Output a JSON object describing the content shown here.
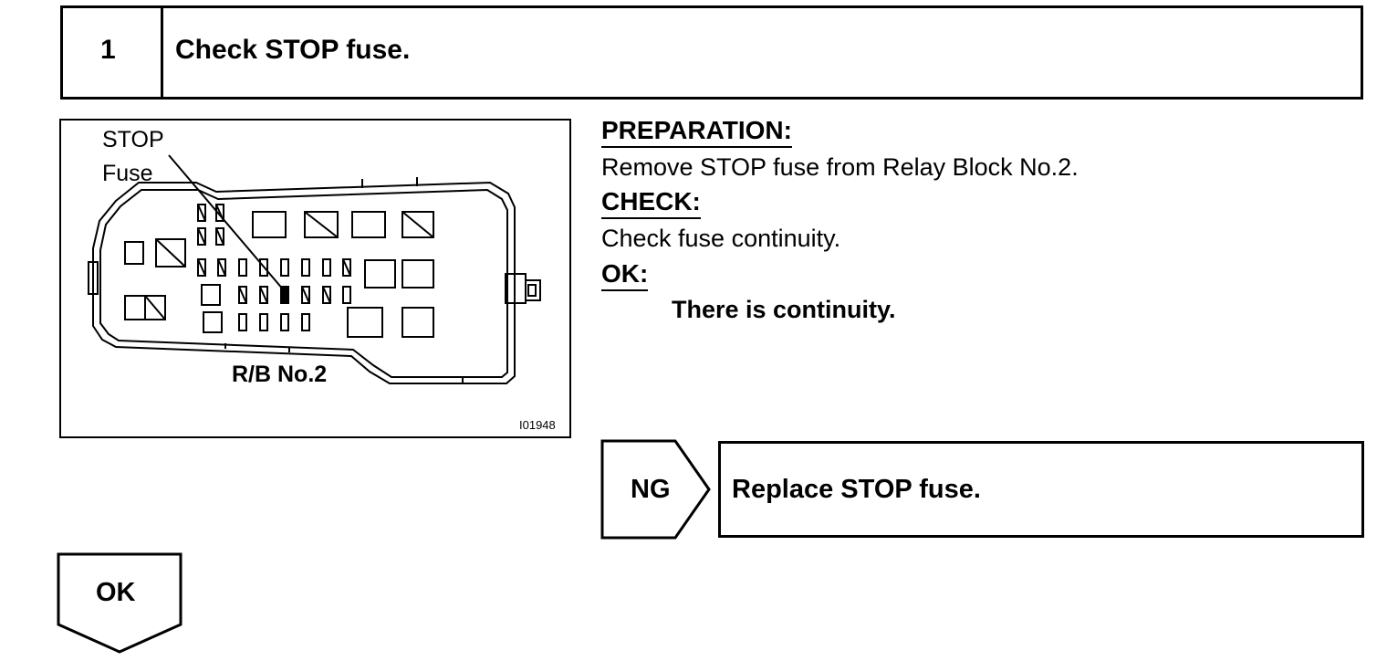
{
  "step": {
    "number": "1",
    "title": "Check STOP fuse."
  },
  "figure": {
    "callout_line1": "STOP",
    "callout_line2": "Fuse",
    "block_label": "R/B No.2",
    "code": "I01948"
  },
  "instructions": {
    "preparation_heading": "PREPARATION:",
    "preparation_text": "Remove STOP fuse from Relay Block No.2.",
    "check_heading": "CHECK:",
    "check_text": "Check fuse continuity.",
    "ok_heading": "OK:",
    "ok_text": "There is continuity."
  },
  "ng_branch": {
    "label": "NG",
    "action": "Replace STOP fuse."
  },
  "ok_branch": {
    "label": "OK"
  }
}
